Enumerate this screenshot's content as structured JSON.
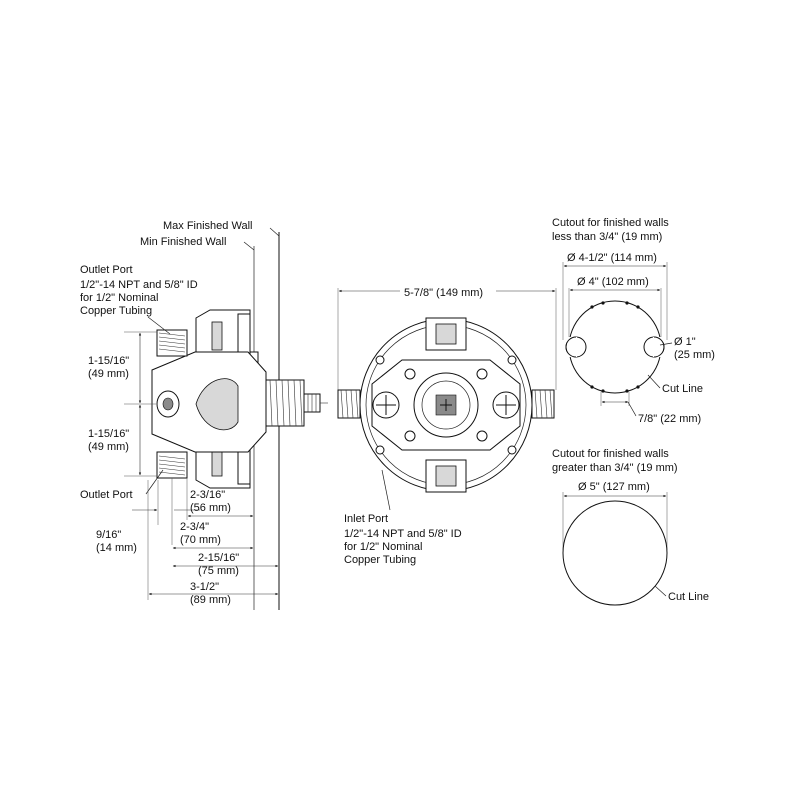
{
  "side_view": {
    "max_finished_wall": "Max Finished Wall",
    "min_finished_wall": "Min Finished Wall",
    "outlet_port_top": [
      "Outlet Port",
      "1/2\"-14 NPT and 5/8\" ID",
      "for 1/2\" Nominal",
      "Copper Tubing"
    ],
    "dim_upper": [
      "1-15/16\"",
      "(49 mm)"
    ],
    "dim_lower": [
      "1-15/16\"",
      "(49 mm)"
    ],
    "outlet_port_bottom": "Outlet Port",
    "dim_depth_a": [
      "2-3/16\"",
      "(56 mm)"
    ],
    "dim_offset": [
      "9/16\"",
      "(14 mm)"
    ],
    "dim_depth_b": [
      "2-3/4\"",
      "(70 mm)"
    ],
    "dim_depth_c": [
      "2-15/16\"",
      "(75 mm)"
    ],
    "dim_depth_d": [
      "3-1/2\"",
      "(89 mm)"
    ]
  },
  "front_view": {
    "width": "5-7/8\" (149 mm)",
    "inlet_port": [
      "Inlet Port",
      "1/2\"-14 NPT and 5/8\" ID",
      "for 1/2\" Nominal",
      "Copper Tubing"
    ]
  },
  "cutout_small": {
    "title": [
      "Cutout for finished walls",
      "less than 3/4\" (19 mm)"
    ],
    "dia_outer": "Ø 4-1/2\" (114 mm)",
    "dia_inner": "Ø 4\" (102 mm)",
    "dia_hole": [
      "Ø 1\"",
      "(25 mm)"
    ],
    "cut_line": "Cut Line",
    "spacing": "7/8\" (22 mm)"
  },
  "cutout_large": {
    "title": [
      "Cutout for finished walls",
      "greater than 3/4\" (19 mm)"
    ],
    "dia": "Ø 5\" (127 mm)",
    "cut_line": "Cut Line"
  }
}
